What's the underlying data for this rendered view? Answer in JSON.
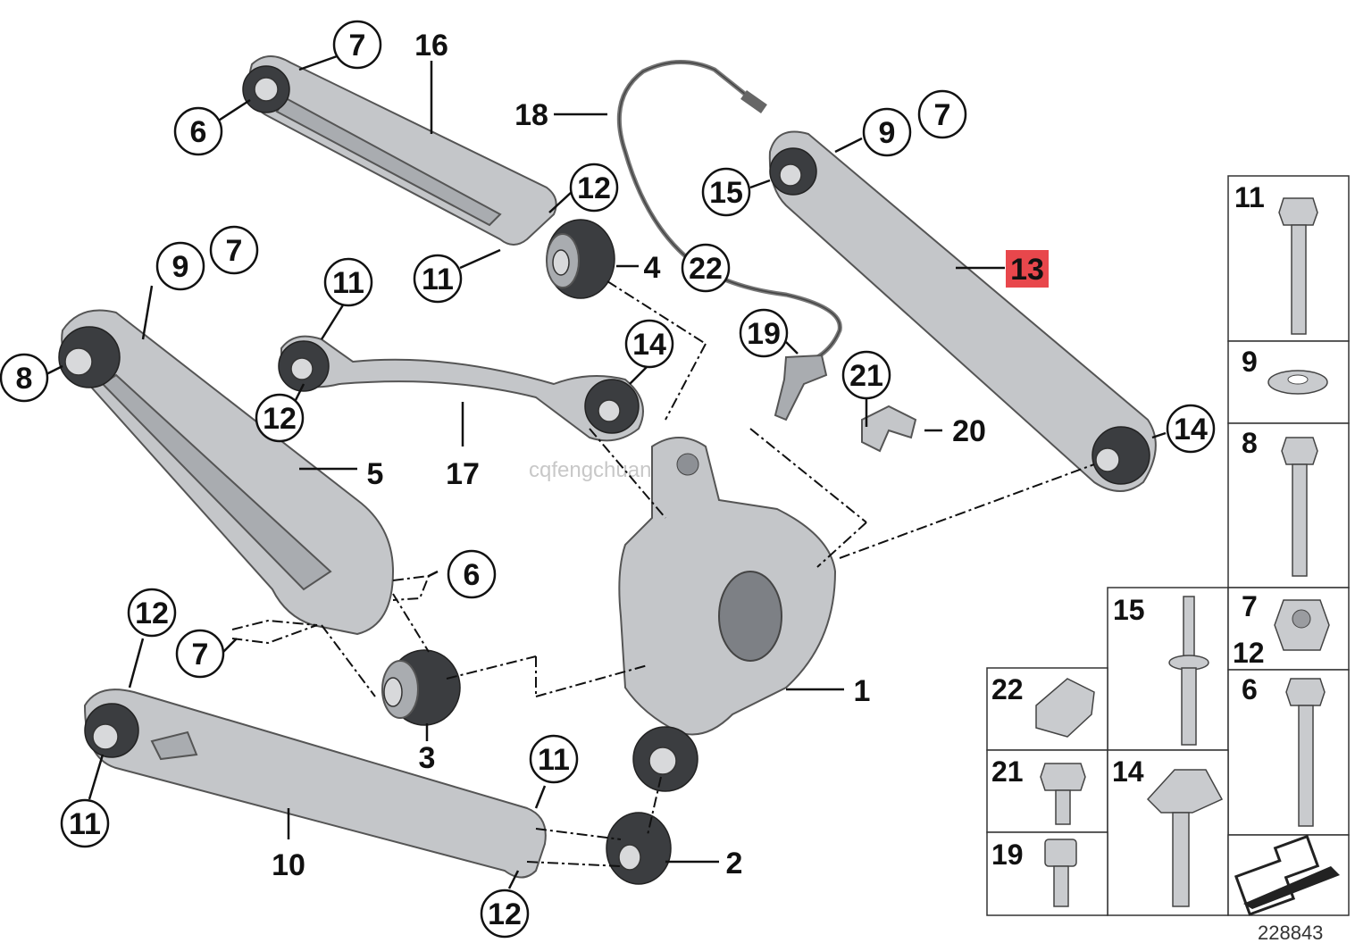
{
  "watermark": "cqfengchuang.com",
  "doc_number": "228843",
  "highlight_color": "#e8474c",
  "callouts": {
    "c7a": "7",
    "c16": "16",
    "c6a": "6",
    "c12a": "12",
    "c11a": "11",
    "c4": "4",
    "c18": "18",
    "c22": "22",
    "c19": "19",
    "c21": "21",
    "c20": "20",
    "c9a": "9",
    "c7b": "7",
    "c15": "15",
    "c13": "13",
    "c14a": "14",
    "c9b": "9",
    "c7c": "7",
    "c8": "8",
    "c11b": "11",
    "c12b": "12",
    "c14b": "14",
    "c17": "17",
    "c5": "5",
    "c6b": "6",
    "c7d": "7",
    "c12c": "12",
    "c3": "3",
    "c1": "1",
    "c11c": "11",
    "c11d": "11",
    "c10": "10",
    "c2": "2",
    "c12d": "12"
  },
  "hardware_table": {
    "cells": [
      {
        "label": "11"
      },
      {
        "label": "9"
      },
      {
        "label": "8"
      },
      {
        "label": "15"
      },
      {
        "label": "7",
        "label2": "12"
      },
      {
        "label": "6"
      },
      {
        "label": "22"
      },
      {
        "label": "21"
      },
      {
        "label": "14"
      },
      {
        "label": "19"
      }
    ],
    "arrow_icon": "direction-arrow-icon"
  }
}
